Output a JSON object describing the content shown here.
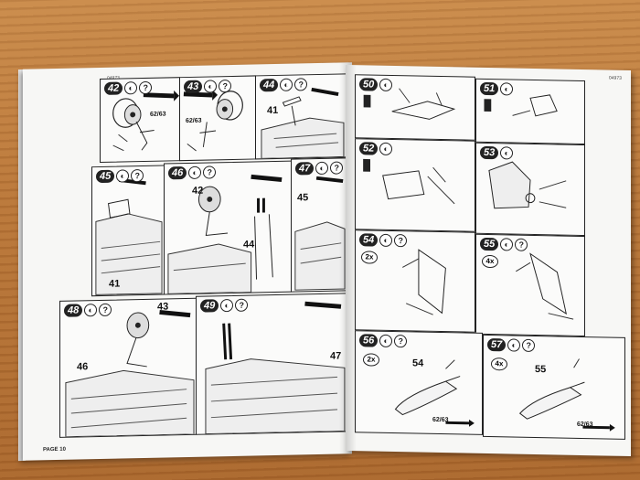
{
  "footer": {
    "left_page": "PAGE 10"
  },
  "left": {
    "code": "04973",
    "panels": [
      {
        "step": "42",
        "refs": [
          "62/63"
        ]
      },
      {
        "step": "43",
        "refs": [
          "62/63"
        ]
      },
      {
        "step": "44",
        "parts": [
          "41"
        ]
      },
      {
        "step": "45",
        "parts": [
          "41"
        ]
      },
      {
        "step": "46",
        "parts": [
          "42",
          "44"
        ]
      },
      {
        "step": "47",
        "parts": [
          "45"
        ]
      },
      {
        "step": "48",
        "parts": [
          "46",
          "43"
        ]
      },
      {
        "step": "49",
        "parts": [
          "47"
        ]
      }
    ]
  },
  "right": {
    "code": "04973",
    "panels": [
      {
        "step": "50"
      },
      {
        "step": "51"
      },
      {
        "step": "52"
      },
      {
        "step": "53"
      },
      {
        "step": "54",
        "mult": "2x"
      },
      {
        "step": "55",
        "mult": "4x"
      },
      {
        "step": "56",
        "mult": "2x",
        "parts": [
          "54"
        ],
        "refs": [
          "62/63"
        ]
      },
      {
        "step": "57",
        "mult": "4x",
        "parts": [
          "55"
        ],
        "refs": [
          "62/63"
        ]
      }
    ]
  }
}
